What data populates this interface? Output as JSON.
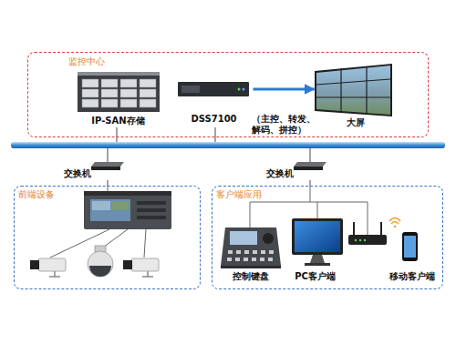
{
  "diagram": {
    "nodes": [
      {
        "text": [
          "监控中心"
        ]
      },
      {
        "text": [
          "IP-SAN存储"
        ],
        "in": 0
      },
      {
        "text": [
          "DSS7100",
          "（主控、转发、 解码、拼控）"
        ],
        "in": 0
      },
      {
        "text": [
          "大屏"
        ],
        "in": 0
      },
      {
        "text": [
          "交换机"
        ]
      },
      {
        "text": [
          "交换机"
        ]
      },
      {
        "text": [
          "前端设备"
        ]
      },
      {
        "text": [
          "客户端应用"
        ]
      },
      {
        "text": [
          "控制键盘"
        ],
        "in": 7
      },
      {
        "text": [
          "PC客户端"
        ],
        "in": 7
      },
      {
        "text": [
          "移动客户端"
        ],
        "in": 7
      }
    ],
    "edges": [
      {
        "from": 2,
        "to": 3,
        "arrow": "to"
      },
      {
        "from": 4,
        "to": 6,
        "arrow": "none"
      },
      {
        "from": 5,
        "to": 7,
        "arrow": "none"
      }
    ]
  }
}
